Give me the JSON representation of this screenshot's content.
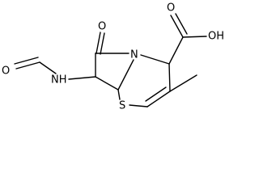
{
  "structure": {
    "atoms": {
      "ketone_o": "O",
      "ring_n": "N",
      "cooh": "OH",
      "cooh_o": "O",
      "formyl_o": "O",
      "amide_n": "NH",
      "ring_s": "S"
    }
  }
}
